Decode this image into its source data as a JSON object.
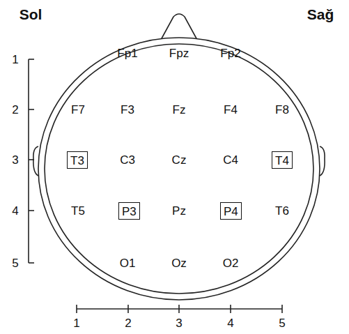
{
  "diagram": {
    "nodes": [
      {
        "text": [
          "T3"
        ]
      },
      {
        "text": [
          "T4"
        ]
      },
      {
        "text": [
          "P3"
        ]
      },
      {
        "text": [
          "P4"
        ]
      }
    ],
    "labels": [
      "Sol",
      "Sağ",
      "1",
      "Fp1",
      "Fpz",
      "Fp2",
      "2",
      "F7",
      "F3",
      "Fz",
      "F4",
      "F8",
      "3",
      "C3",
      "Cz",
      "C4",
      "4",
      "T5",
      "Pz",
      "T6",
      "5",
      "O1",
      "Oz",
      "O2",
      "1",
      "2",
      "3",
      "4",
      "5"
    ]
  }
}
